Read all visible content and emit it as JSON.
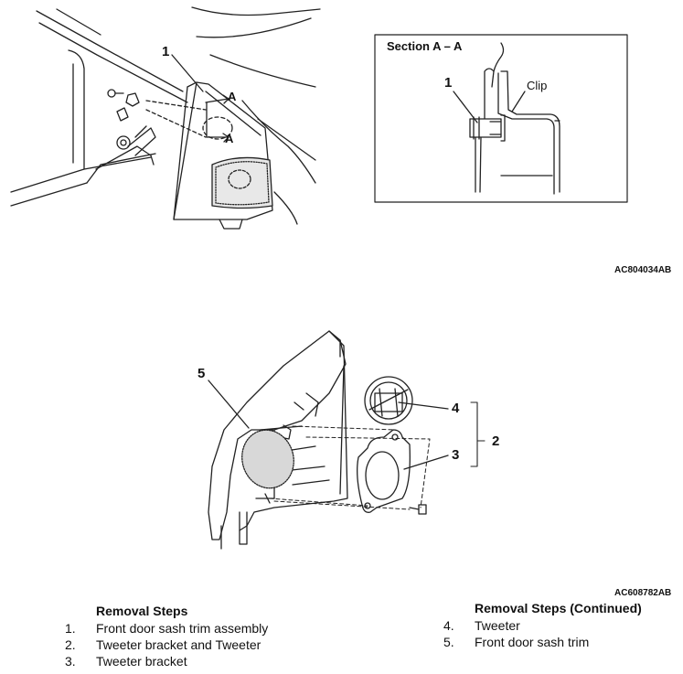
{
  "figure1": {
    "callout": "1",
    "arrow_label_a1": "A",
    "arrow_label_a2": "A",
    "section_title": "Section A – A",
    "section_callout": "1",
    "section_clip_label": "Clip",
    "code": "AC804034AB"
  },
  "figure2": {
    "callout_5": "5",
    "callout_4": "4",
    "callout_3": "3",
    "callout_2": "2",
    "code": "AC608782AB"
  },
  "removal_steps": {
    "title": "Removal Steps",
    "items": [
      {
        "num": "1.",
        "text": "Front door sash trim assembly"
      },
      {
        "num": "2.",
        "text": "Tweeter bracket and Tweeter"
      },
      {
        "num": "3.",
        "text": "Tweeter bracket"
      }
    ]
  },
  "removal_steps_continued": {
    "title": "Removal Steps (Continued)",
    "items": [
      {
        "num": "4.",
        "text": "Tweeter"
      },
      {
        "num": "5.",
        "text": "Front door sash trim"
      }
    ]
  }
}
